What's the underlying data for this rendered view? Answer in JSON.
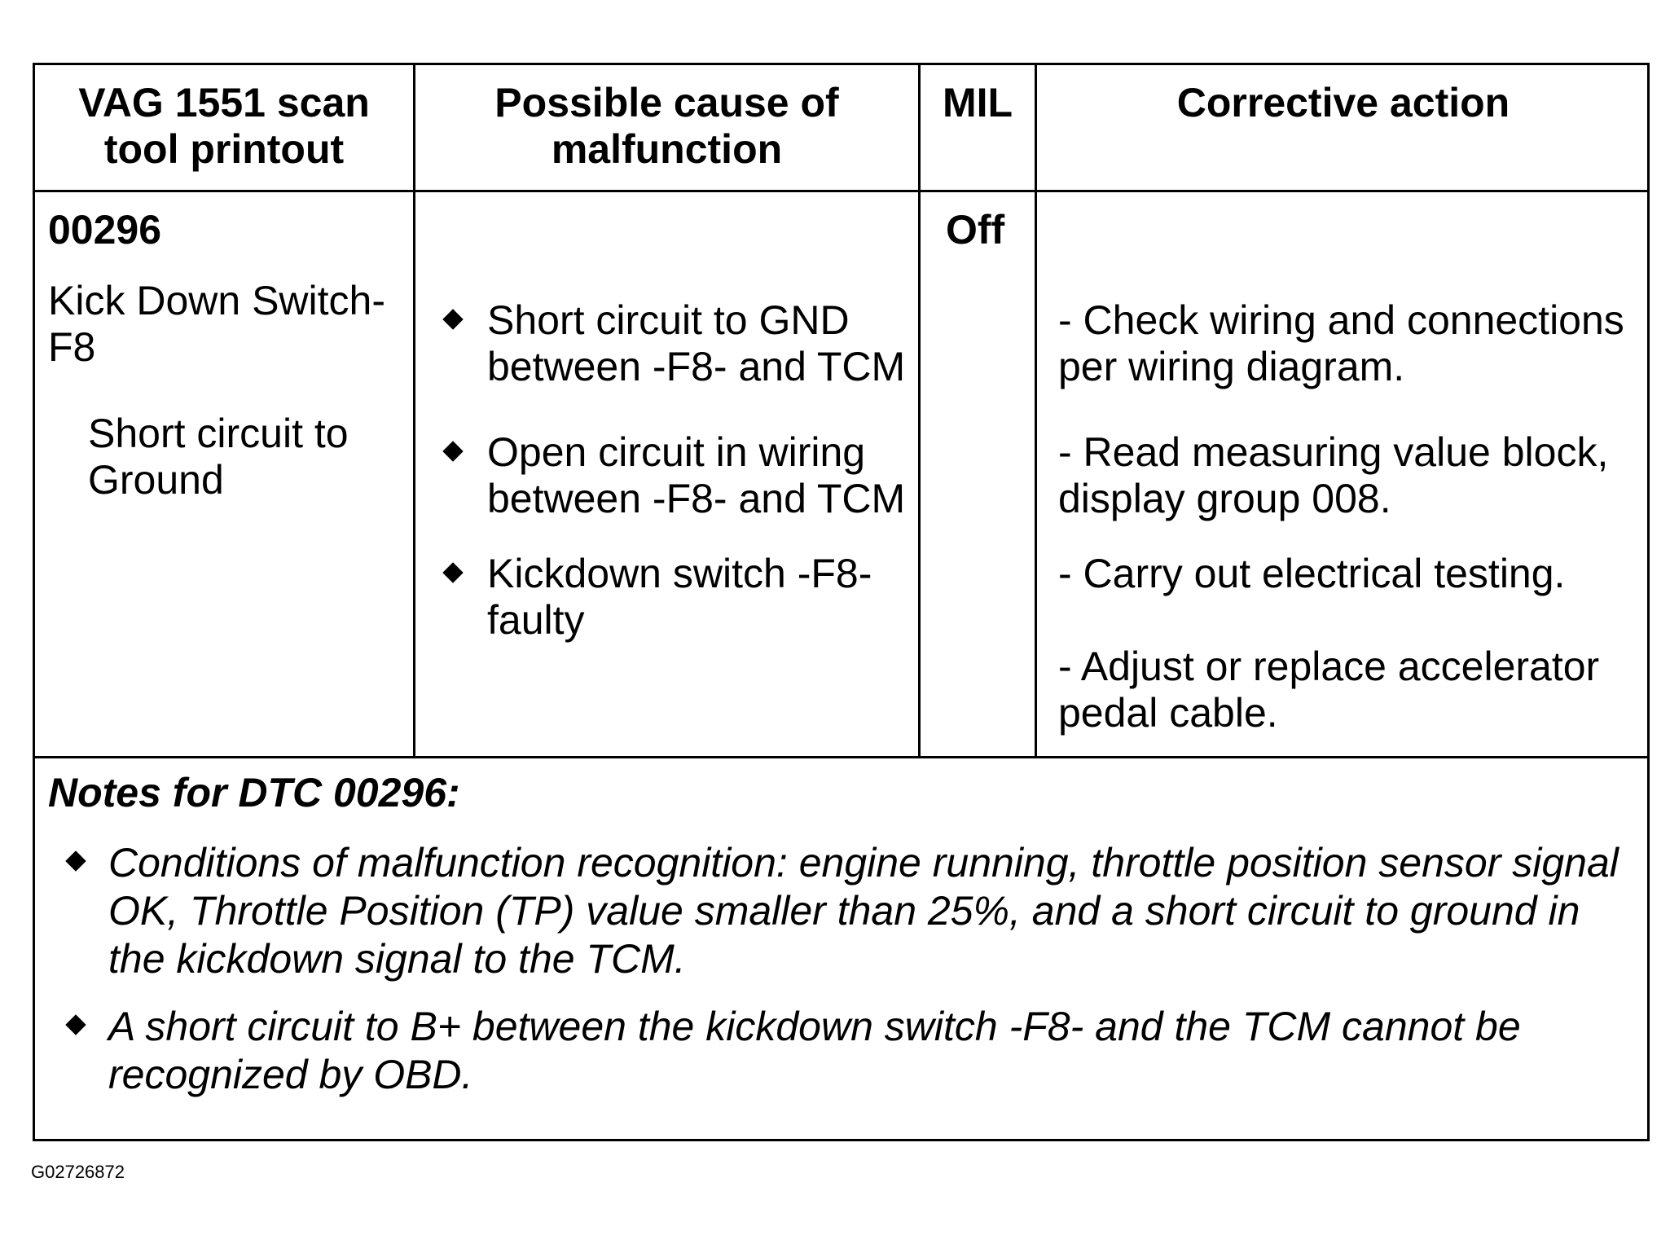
{
  "table": {
    "headers": {
      "printout": [
        "VAG 1551 scan",
        "tool printout"
      ],
      "cause": [
        "Possible cause of",
        "malfunction"
      ],
      "mil": "MIL",
      "action": "Corrective action"
    },
    "row": {
      "code": "00296",
      "component": [
        "Kick Down Switch-",
        "F8"
      ],
      "fault": [
        "Short circuit to",
        "Ground"
      ],
      "causes": [
        [
          "Short circuit to GND",
          "between -F8- and TCM"
        ],
        [
          "Open circuit in wiring",
          "between -F8- and TCM"
        ],
        [
          "Kickdown switch -F8-",
          "faulty"
        ]
      ],
      "mil": "Off",
      "actions": [
        [
          "- Check wiring and connections",
          "per wiring diagram."
        ],
        [
          "- Read measuring value block,",
          "display group 008."
        ],
        [
          "- Carry out electrical testing."
        ],
        [
          "- Adjust or replace accelerator",
          "pedal cable."
        ]
      ]
    },
    "notes": {
      "title": "Notes for DTC 00296:",
      "items": [
        [
          "Conditions of malfunction recognition: engine running, throttle position sensor signal",
          "OK, Throttle Position (TP) value smaller than 25%, and a short circuit to ground in",
          "the kickdown signal to the TCM."
        ],
        [
          "A short circuit to B+ between the kickdown switch -F8- and the TCM cannot be",
          "recognized by OBD."
        ]
      ]
    }
  },
  "doc_id": "G02726872"
}
